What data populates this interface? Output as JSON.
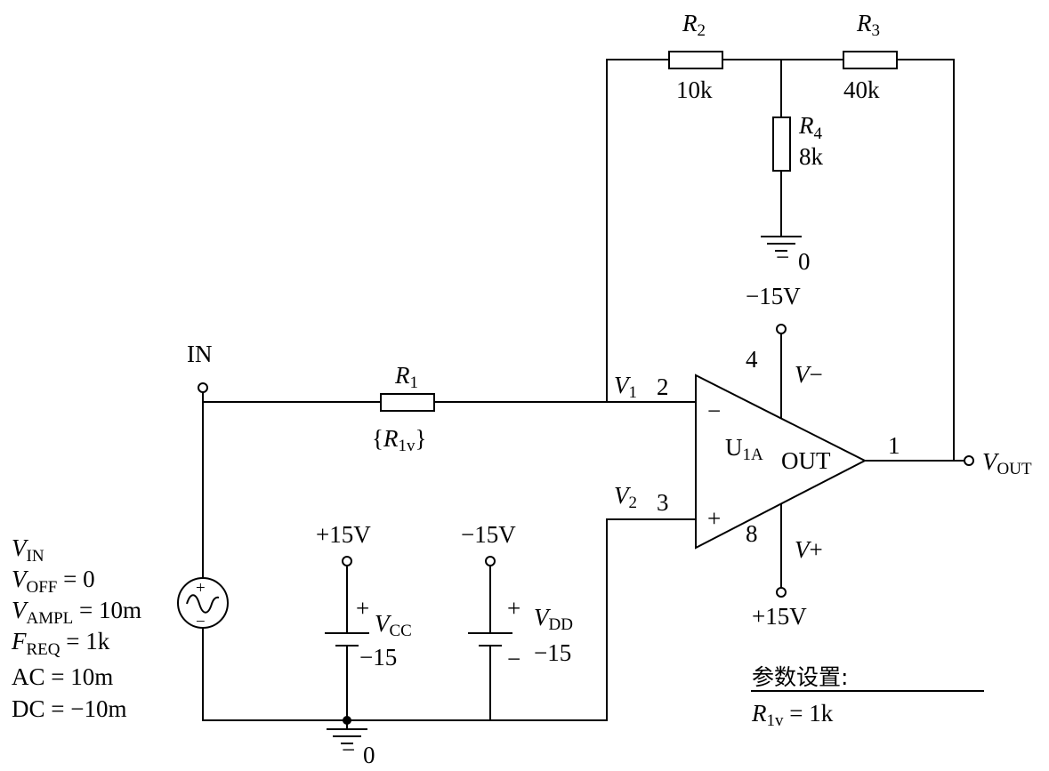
{
  "components": {
    "r1": {
      "name": "R",
      "sub": "1",
      "value": "{R",
      "value_sub": "1v",
      "value_end": "}"
    },
    "r2": {
      "name": "R",
      "sub": "2",
      "value": "10k"
    },
    "r3": {
      "name": "R",
      "sub": "3",
      "value": "40k"
    },
    "r4": {
      "name": "R",
      "sub": "4",
      "value": "8k"
    },
    "opamp": {
      "name": "U",
      "sub": "1A",
      "out_label": "OUT",
      "pin_inv": "2",
      "pin_noninv": "3",
      "pin_out": "1",
      "pin_vneg": "4",
      "pin_vpos": "8",
      "minus_sign": "−",
      "plus_sign": "+",
      "vneg_label": "V",
      "vneg_sign": "−",
      "vpos_label": "V",
      "vpos_sign": "+"
    },
    "vcc": {
      "name": "V",
      "sub": "CC",
      "value": "−15",
      "plus": "+",
      "rail": "+15V"
    },
    "vdd": {
      "name": "V",
      "sub": "DD",
      "value": "−15",
      "plus": "+",
      "minus": "−",
      "rail": "−15V"
    },
    "vin": {
      "name": "V",
      "sub": "IN",
      "voff_label": "V",
      "voff_sub": "OFF",
      "voff_value": " = 0",
      "vampl_label": "V",
      "vampl_sub": "AMPL",
      "vampl_value": " = 10m",
      "freq_label": "F",
      "freq_sub": "REQ",
      "freq_value": " = 1k",
      "ac": "AC = 10m",
      "dc": "DC = −10m",
      "plus": "+",
      "minus": "−"
    }
  },
  "nodes": {
    "in": "IN",
    "v1": "V",
    "v1_sub": "1",
    "v2": "V",
    "v2_sub": "2",
    "vout": "V",
    "vout_sub": "OUT",
    "ground": "0",
    "ground_mark": "−",
    "vneg_rail": "−15V",
    "vpos_rail": "+15V"
  },
  "params": {
    "title": "参数设置:",
    "name": "R",
    "sub": "1v",
    "value": " = 1k"
  }
}
